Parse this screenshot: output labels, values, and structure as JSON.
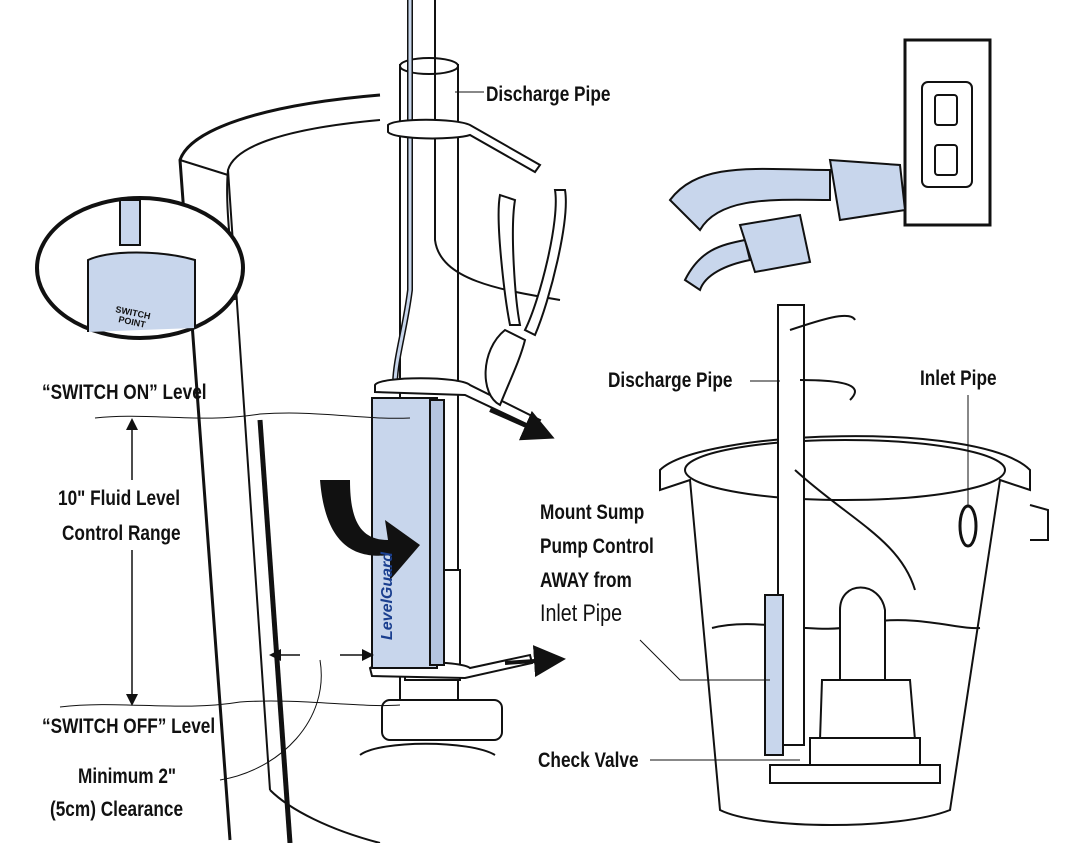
{
  "colors": {
    "device_blue": "#c8d6ec",
    "outline": "#111111",
    "pipe_fill": "#ffffff"
  },
  "left_diagram": {
    "discharge_pipe_label": "Discharge Pipe",
    "inset_text": "SWITCH POINT",
    "switch_on_label": "“SWITCH ON” Level",
    "range_label_line1": "10\" Fluid Level",
    "range_label_line2": "Control Range",
    "switch_off_label": "“SWITCH OFF” Level",
    "clearance_line1": "Minimum 2\"",
    "clearance_line2": "(5cm) Clearance",
    "device_logo": "LevelGuard"
  },
  "right_diagram": {
    "discharge_pipe_label": "Discharge Pipe",
    "inlet_pipe_label": "Inlet Pipe",
    "mount_line1": "Mount Sump",
    "mount_line2": "Pump Control",
    "mount_line3": "AWAY from",
    "mount_line4": "Inlet Pipe",
    "check_valve_label": "Check Valve"
  }
}
